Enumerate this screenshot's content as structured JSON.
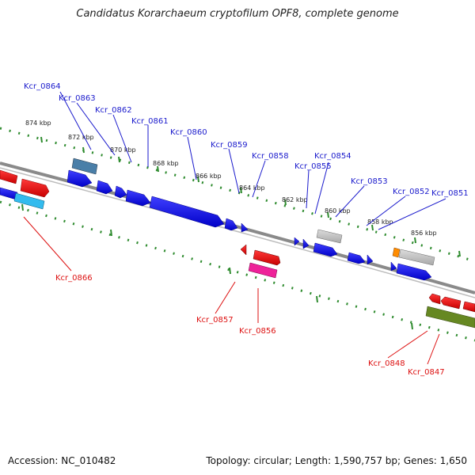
{
  "title": "Candidatus Korarchaeum cryptofilum OPF8, complete genome",
  "footer": {
    "accession": "Accession: NC_010482",
    "stats": "Topology: circular; Length: 1,590,757 bp; Genes: 1,650"
  },
  "colors": {
    "forward_gene": "#1a1aee",
    "reverse_gene": "#e8101a",
    "forward_label": "#1a1acc",
    "reverse_label": "#dd1111",
    "backbone": "#808080",
    "tick": "#2e8b2e"
  },
  "kbp_ticks": [
    "874 kbp",
    "872 kbp",
    "870 kbp",
    "868 kbp",
    "866 kbp",
    "864 kbp",
    "862 kbp",
    "860 kbp",
    "858 kbp",
    "856 kbp"
  ],
  "forward_labels": [
    "Kcr_0864",
    "Kcr_0863",
    "Kcr_0862",
    "Kcr_0861",
    "Kcr_0860",
    "Kcr_0859",
    "Kcr_0858",
    "Kcr_0855",
    "Kcr_0854",
    "Kcr_0853",
    "Kcr_0852",
    "Kcr_0851"
  ],
  "reverse_labels": [
    "Kcr_0866",
    "Kcr_0857",
    "Kcr_0856",
    "Kcr_0848",
    "Kcr_0847"
  ]
}
